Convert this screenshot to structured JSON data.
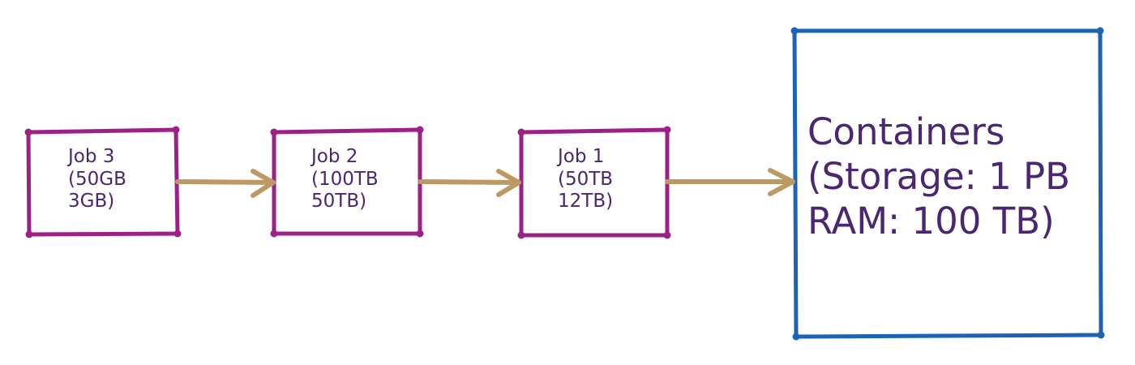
{
  "colors": {
    "job_border": "#9b2187",
    "container_border": "#1d63b5",
    "arrow": "#bd9a63",
    "text": "#4a2673"
  },
  "jobs": [
    {
      "title": "Job 3",
      "line2": "(50GB",
      "line3": "3GB)"
    },
    {
      "title": "Job 2",
      "line2": "(100TB",
      "line3": "50TB)"
    },
    {
      "title": "Job 1",
      "line2": "(50TB",
      "line3": "12TB)"
    }
  ],
  "containers": {
    "title": "Containers",
    "line2": "(Storage: 1 PB",
    "line3": "RAM: 100 TB)"
  }
}
